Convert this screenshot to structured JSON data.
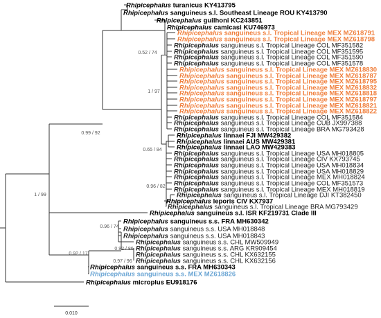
{
  "colors": {
    "default": "#222222",
    "bold": "#000000",
    "highlight": "#f07f3c",
    "blue": "#6aa5d4"
  },
  "tips": [
    {
      "genus": "Rhipicephalus",
      "rest": "turanicus KY413795",
      "style": "bold",
      "color": "default"
    },
    {
      "genus": "Rhipicephalus",
      "rest": "sanguineus s.l. Southeast Lineage ROU KY413790",
      "style": "bold",
      "color": "default"
    },
    {
      "genus": "Rhipicephalus",
      "rest": "guilhoni KC243851",
      "style": "bold",
      "color": "default"
    },
    {
      "genus": "Rhipicephalus",
      "rest": "camicasi KU746973",
      "style": "bold",
      "color": "default"
    },
    {
      "genus": "Rhipicephalus",
      "rest": "sanguineus s.l. Tropical Lineage MEX MZ618791",
      "style": "bold",
      "color": "highlight"
    },
    {
      "genus": "Rhipicephalus",
      "rest": "sanguineus s.l. Tropical Lineage MEX MZ618798",
      "style": "bold",
      "color": "highlight"
    },
    {
      "genus": "Rhipicephalus",
      "rest": "sanguineus s.l. Tropical Lineage COL MF351582",
      "style": "normal",
      "color": "default"
    },
    {
      "genus": "Rhipicephalus",
      "rest": "sanguineus s.l. Tropical Lineage COL MF351595",
      "style": "normal",
      "color": "default"
    },
    {
      "genus": "Rhipicephalus",
      "rest": "sanguineus s.l. Tropical Lineage COL MF351590",
      "style": "normal",
      "color": "default"
    },
    {
      "genus": "Rhipicephalus",
      "rest": "sanguineus s.l. Tropical Lineage COL MF351578",
      "style": "normal",
      "color": "default"
    },
    {
      "genus": "Rhipicephalus",
      "rest": "sanguineus s.l. Tropical Lineage MEX MZ618830",
      "style": "bold",
      "color": "highlight"
    },
    {
      "genus": "Rhipicephalus",
      "rest": "sanguineus s.l. Tropical Lineage MEX MZ618787",
      "style": "bold",
      "color": "highlight"
    },
    {
      "genus": "Rhipicephalus",
      "rest": "sanguineus s.l. Tropical Lineage MEX MZ618795",
      "style": "bold",
      "color": "highlight"
    },
    {
      "genus": "Rhipicephalus",
      "rest": "sanguineus s.l. Tropical Lineage MEX MZ618832",
      "style": "bold",
      "color": "highlight"
    },
    {
      "genus": "Rhipicephalus",
      "rest": "sanguineus s.l. Tropical Lineage MEX MZ618818",
      "style": "bold",
      "color": "highlight"
    },
    {
      "genus": "Rhipicephalus",
      "rest": "sanguineus s.l. Tropical Lineage MEX MZ618797",
      "style": "bold",
      "color": "highlight"
    },
    {
      "genus": "Rhipicephalus",
      "rest": "sanguineus s.l. Tropical Lineage MEX MZ618821",
      "style": "bold",
      "color": "highlight"
    },
    {
      "genus": "Rhipicephalus",
      "rest": "sanguineus s.l. Tropical Lineage MEX MZ618822",
      "style": "bold",
      "color": "highlight"
    },
    {
      "genus": "Rhipicephalus",
      "rest": "sanguineus s.l. Tropical Lineage COL MF351584",
      "style": "normal",
      "color": "default"
    },
    {
      "genus": "Rhipicephalus",
      "rest": "sanguineus s.l. Tropical Lineage CUB JX997388",
      "style": "normal",
      "color": "default"
    },
    {
      "genus": "Rhipicephalus",
      "rest": "sanguineus s.l. Tropical Lineage BRA MG793428",
      "style": "normal",
      "color": "default"
    },
    {
      "genus": "Rhipicephalus",
      "rest": "linnaei FJI MW429382",
      "style": "bold",
      "color": "default"
    },
    {
      "genus": "Rhipicephalus",
      "rest": "linnaei AUS MW429381",
      "style": "bold",
      "color": "default"
    },
    {
      "genus": "Rhipicephalus",
      "rest": "linnaei LAO MW429383",
      "style": "bold",
      "color": "default"
    },
    {
      "genus": "Rhipicephalus",
      "rest": "sanguineus s.l. Tropical Lineage USA MH018805",
      "style": "normal",
      "color": "default"
    },
    {
      "genus": "Rhipicephalus",
      "rest": "sanguineus s.l. Tropical Lineage CIV KX793745",
      "style": "normal",
      "color": "default"
    },
    {
      "genus": "Rhipicephalus",
      "rest": "sanguineus s.l. Tropical Lineage USA MH018834",
      "style": "normal",
      "color": "default"
    },
    {
      "genus": "Rhipicephalus",
      "rest": "sanguineus s.l. Tropical Lineage USA MH018829",
      "style": "normal",
      "color": "default"
    },
    {
      "genus": "Rhipicephalus",
      "rest": "sanguineus s.l. Tropical Lineage MEX MH018824",
      "style": "normal",
      "color": "default"
    },
    {
      "genus": "Rhipicephalus",
      "rest": "sanguineus s.l. Tropical Lineage COL MF351573",
      "style": "normal",
      "color": "default"
    },
    {
      "genus": "Rhipicephalus",
      "rest": "sanguineus s.l. Tropical Lineage MEX MH018819",
      "style": "normal",
      "color": "default"
    },
    {
      "genus": "Rhipicephalus",
      "rest": "sanguineus s.l. Tropical Lineage DJI KT382450",
      "style": "normal",
      "color": "default"
    },
    {
      "genus": "Rhipicephalus",
      "rest": "leporis CIV KX7937",
      "style": "bold",
      "color": "default"
    },
    {
      "genus": "Rhipicephalus",
      "rest": "sanguineus s.l. Tropical Lineage BRA MG793429",
      "style": "normal",
      "color": "default"
    },
    {
      "genus": "Rhipicephalus",
      "rest": "sanguineus s.l. ISR KF219731 Clade III",
      "style": "bold",
      "color": "default"
    },
    {
      "genus": "Rhipicephalus",
      "rest": "sanguineus s.s. FRA MH630342",
      "style": "bold",
      "color": "default"
    },
    {
      "genus": "Rhipicephalus",
      "rest": "sanguineus s.s. USA MH018848",
      "style": "normal",
      "color": "default"
    },
    {
      "genus": "Rhipicephalus",
      "rest": "sanguineus s.s. USA MH018843",
      "style": "normal",
      "color": "default"
    },
    {
      "genus": "Rhipicephalus",
      "rest": "sanguineus s.s. CHL MW509949",
      "style": "normal",
      "color": "default"
    },
    {
      "genus": "Rhipicephalus",
      "rest": "sanguineus s.s. ARG KR909454",
      "style": "normal",
      "color": "default"
    },
    {
      "genus": "Rhipicephalus",
      "rest": "sanguineus s.s. CHL KX632155",
      "style": "normal",
      "color": "default"
    },
    {
      "genus": "Rhipicephalus",
      "rest": "sanguineus s.s. CHL KX632156",
      "style": "normal",
      "color": "default"
    },
    {
      "genus": "Rhipicephalus",
      "rest": "sanguineus s.s. FRA MH630343",
      "style": "bold",
      "color": "default"
    },
    {
      "genus": "Rhipicephalus",
      "rest": "sanguineus s.s. MEX MZ618826",
      "style": "bold",
      "color": "blue"
    },
    {
      "genus": "Rhipicephalus",
      "rest": "microplus EU918176",
      "style": "bold",
      "color": "default"
    }
  ],
  "supports": [
    "0.52 / 74",
    "1 / 97",
    "0.65 / 84",
    "0.99 / 92",
    "0.96 / 82",
    "1 / 99",
    "0.96 / 74",
    "0.92 / 86",
    "0.97 / 96",
    "0.92 / 17"
  ],
  "scale": {
    "label": "0.010"
  }
}
